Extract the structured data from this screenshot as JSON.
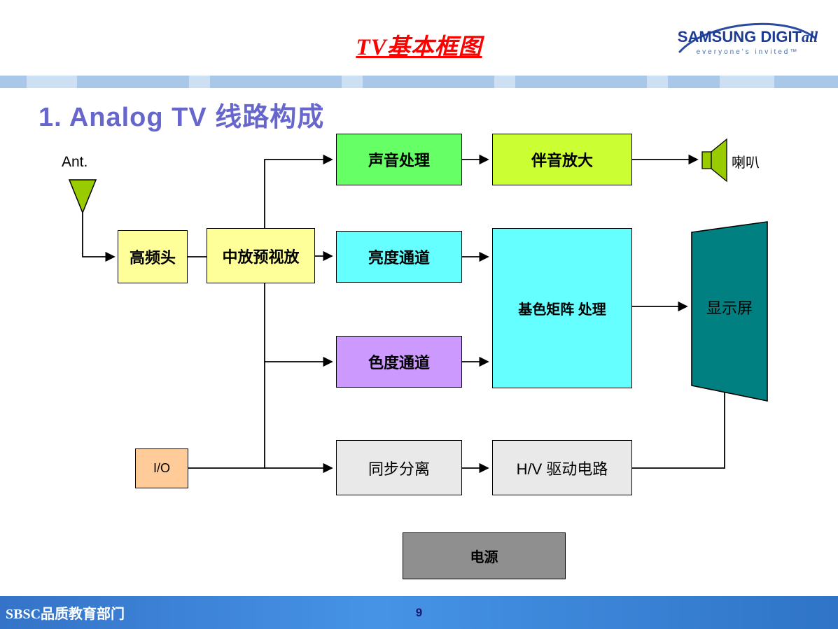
{
  "header": {
    "title": "TV基本框图",
    "logo": {
      "brand": "SAMSUNG DIGIT",
      "brand_suffix": "all",
      "tagline": "everyone's invited™"
    }
  },
  "heading": "1. Analog TV 线路构成",
  "diagram": {
    "ant_label": "Ant.",
    "nodes": {
      "tuner": "高频头",
      "if_amp": "中放预视放",
      "audio_proc": "声音处理",
      "audio_amp": "伴音放大",
      "speaker_label": "喇叭",
      "luma": "亮度通道",
      "chroma": "色度通道",
      "matrix": "基色矩阵 处理",
      "display": "显示屏",
      "io": "I/O",
      "sync": "同步分离",
      "hv_drive": "H/V 驱动电路",
      "power": "电源"
    }
  },
  "footer": {
    "dept": "SBSC品质教育部门",
    "page": "9"
  },
  "colors": {
    "title_red": "#FF0000",
    "heading_purple": "#6666CC",
    "yellow_box": "#FFFF99",
    "green_box": "#66FF66",
    "yellowgreen_box": "#CCFF33",
    "cyan_box": "#66FFFF",
    "purple_box": "#CC99FF",
    "peach_box": "#FFCC99",
    "gray_box": "#E9E9E9",
    "power_gray": "#8F8F8F",
    "display_teal": "#008080",
    "antenna_green": "#99CC00",
    "band_blue": "#A9C7E8",
    "footer_blue": "#3B82D8",
    "logo_navy": "#1F3C94"
  }
}
